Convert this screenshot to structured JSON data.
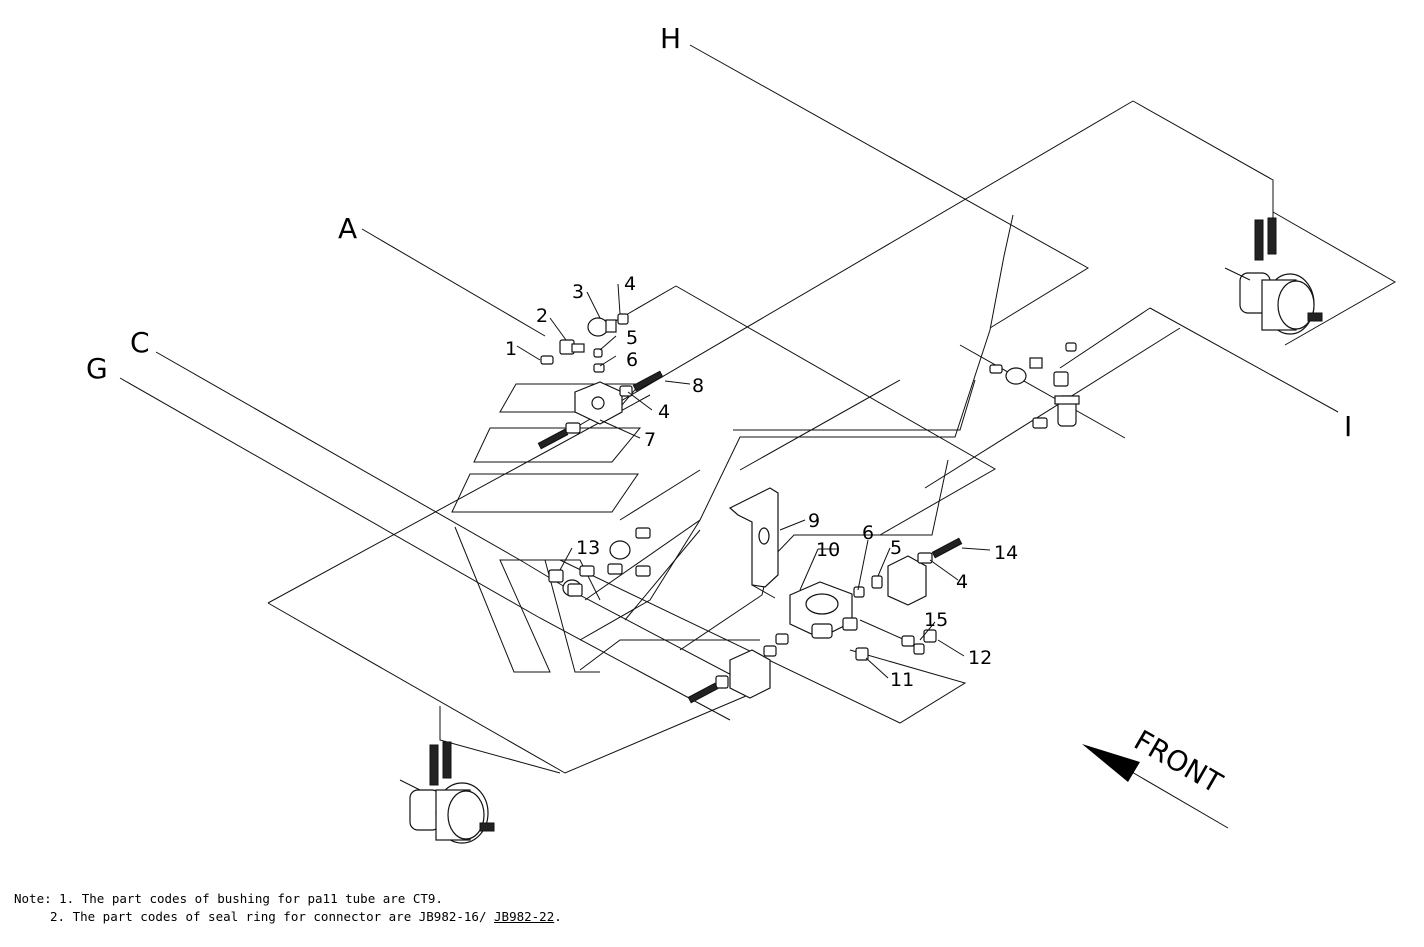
{
  "diagram": {
    "line_letters": {
      "A": "A",
      "C": "C",
      "G": "G",
      "H": "H",
      "I": "I"
    },
    "callouts": {
      "c1": "1",
      "c2": "2",
      "c3": "3",
      "c4a": "4",
      "c4b": "4",
      "c4c": "4",
      "c5a": "5",
      "c5b": "5",
      "c6a": "6",
      "c6b": "6",
      "c7": "7",
      "c8": "8",
      "c9": "9",
      "c10": "10",
      "c11": "11",
      "c12": "12",
      "c13": "13",
      "c14": "14",
      "c15": "15"
    },
    "direction_label": "FRONT"
  },
  "notes": {
    "line1": "Note: 1. The part codes of bushing for pa11 tube are CT9.",
    "line2_prefix": "2. The part codes of seal ring for connector are JB982-16/ ",
    "line2_link": "JB982-22",
    "line2_suffix": "."
  }
}
